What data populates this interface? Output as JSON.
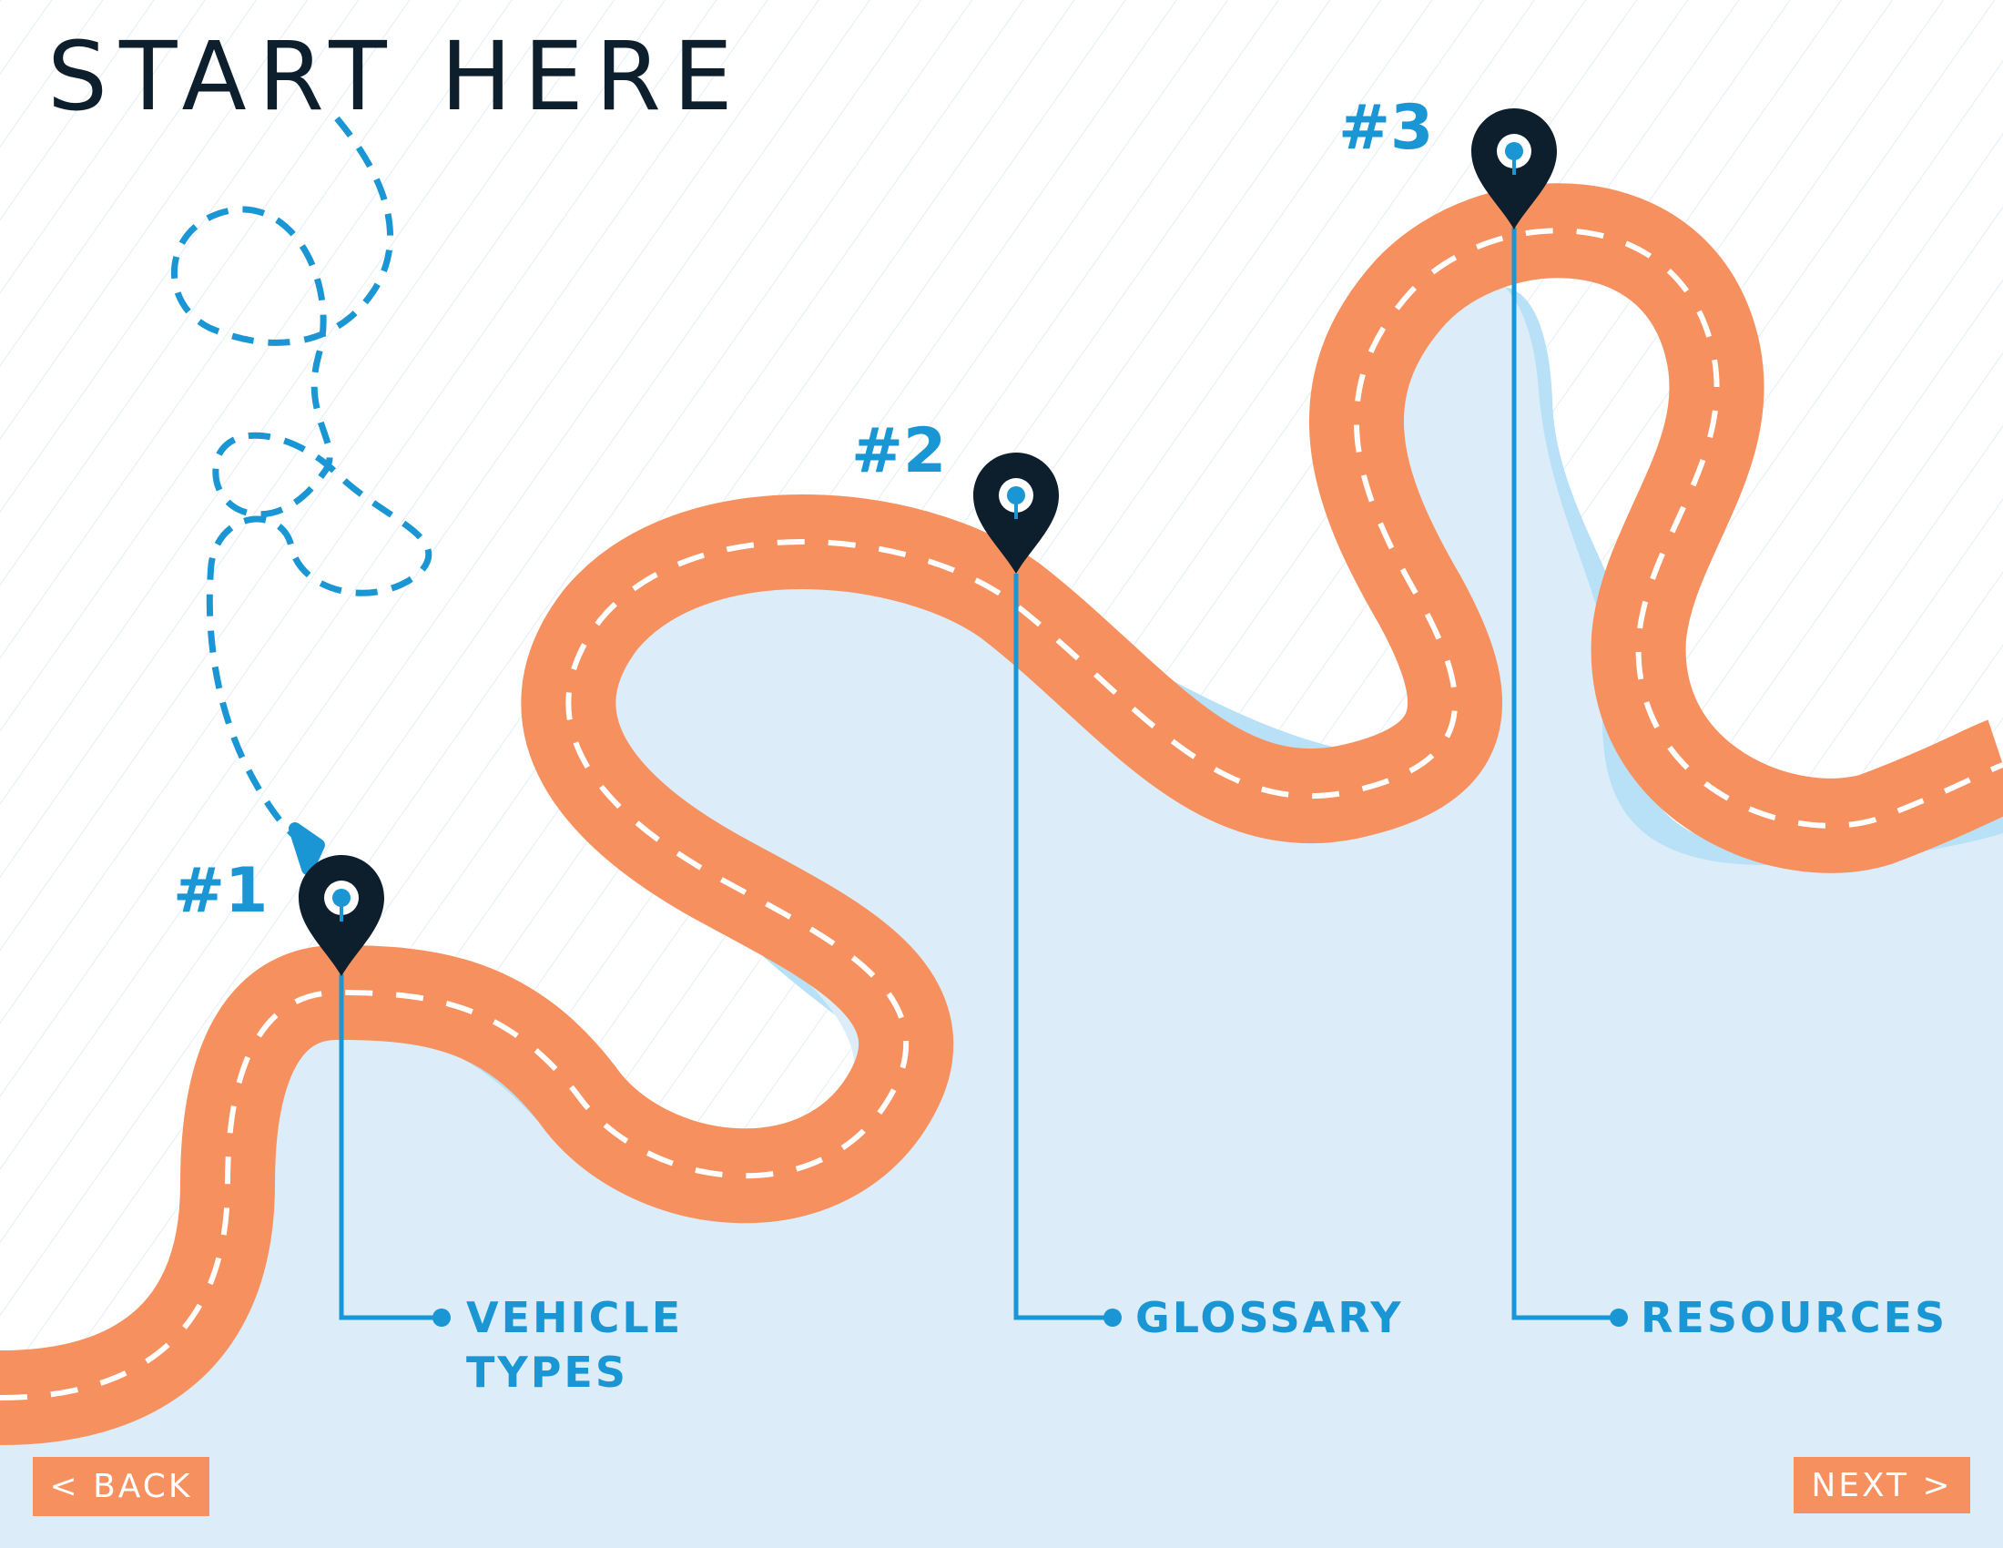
{
  "page": {
    "title": "START HERE"
  },
  "stops": [
    {
      "number": "#1",
      "line1": "VEHICLE",
      "line2": "TYPES"
    },
    {
      "number": "#2",
      "line1": "GLOSSARY",
      "line2": ""
    },
    {
      "number": "#3",
      "line1": "RESOURCES",
      "line2": ""
    }
  ],
  "nav": {
    "back_label": "< BACK",
    "next_label": "NEXT >"
  },
  "colors": {
    "road": "#f6905e",
    "road_lane": "#ffffff",
    "ground": "#dcedf9",
    "ground_shadow": "#b8e0f6",
    "accent": "#1a96d4",
    "pin": "#0d1f2d",
    "background_lines": "#e3eef5"
  },
  "icons": [
    "map-pin-icon",
    "dashed-path-arrow-icon"
  ]
}
